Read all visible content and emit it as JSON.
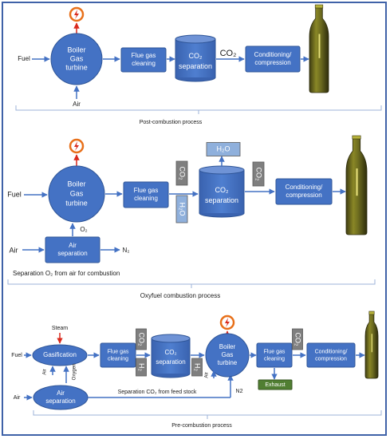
{
  "colors": {
    "node_fill": "#4472c4",
    "node_stroke": "#2f5597",
    "arrow": "#4472c4",
    "red_arrow": "#d9291c",
    "bracket": "#9db3d8",
    "h2o_fill": "#8fb0dc",
    "gray_fill": "#7f7f7f",
    "exhaust_fill": "#507e32",
    "bottle_body": "#6b6a1f",
    "bottle_light": "#a6a12a",
    "text_light": "#ffffff",
    "text_dark": "#1a1a1a",
    "border": "#3f62a8"
  },
  "icons": [
    "power-icon",
    "gas-cylinder-icon"
  ],
  "post_combustion": {
    "fuel": "Fuel",
    "air": "Air",
    "boiler": [
      "Boiler",
      "Gas",
      "turbine"
    ],
    "flue_gas": [
      "Flue gas",
      "cleaning"
    ],
    "co2_separation": [
      "CO₂",
      "separation"
    ],
    "co2_label": "CO₂",
    "conditioning": [
      "Conditioning/",
      "compression"
    ],
    "caption": "Post-combustion process"
  },
  "oxyfuel": {
    "fuel": "Fuel",
    "air": "Air",
    "boiler": [
      "Boiler",
      "Gas",
      "turbine"
    ],
    "o2": "O₂",
    "air_separation": [
      "Air",
      "separation"
    ],
    "n2": "N₂",
    "flue_gas": [
      "Flue gas",
      "cleaning"
    ],
    "co2_vertical": "CO₂",
    "h2o_vertical": "H₂O",
    "h2o_top": "H₂O",
    "co2_separation": [
      "CO₂",
      "separation"
    ],
    "co2_right": "CO₂",
    "conditioning": [
      "Conditioning/",
      "compression"
    ],
    "note": "Separation O₂ from air for combustion",
    "caption": "Oxyfuel combustion process"
  },
  "pre_combustion": {
    "steam": "Steam",
    "fuel": "Fuel",
    "gasification": "Gasification",
    "air_small": "Air",
    "oxygen": "Oxygen",
    "air": "Air",
    "air_separation": [
      "Air",
      "separation"
    ],
    "flue_gas_1": [
      "Flue gas",
      "cleaning"
    ],
    "co2_tag_1": "CO₂",
    "h2_tag_1": "H₂",
    "co2_separation": [
      "CO₂",
      "separation"
    ],
    "h2_tag_2": "H₂",
    "boiler": [
      "Boiler",
      "Gas",
      "turbine"
    ],
    "air_boiler": "Air",
    "n2": "N2",
    "note": "Separation CO₂ from feed stock",
    "flue_gas_2": [
      "Flue gas",
      "cleaning"
    ],
    "co2_tag_2": "CO₂",
    "exhaust": "Exhaust",
    "conditioning": [
      "Conditioning/",
      "compression"
    ],
    "caption": "Pre-combustion process"
  }
}
